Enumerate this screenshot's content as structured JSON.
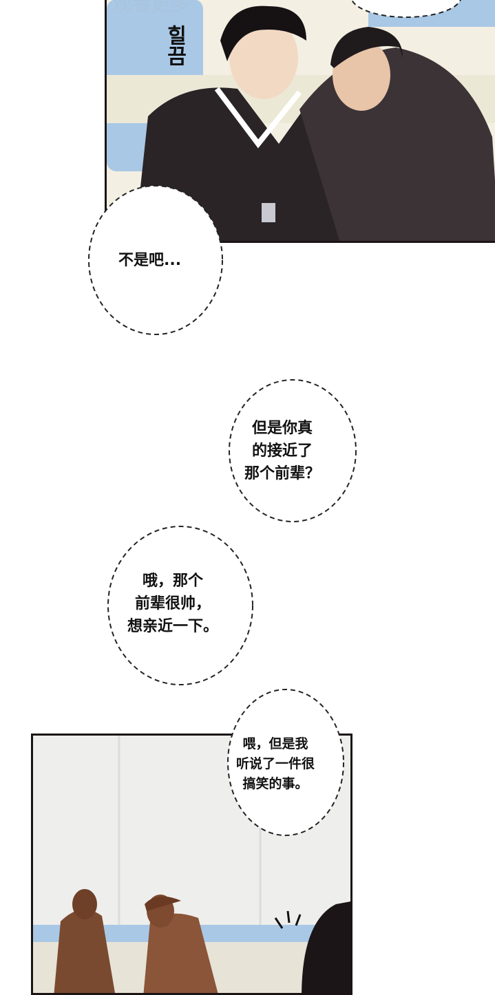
{
  "watermark": "观看更多",
  "panel1": {
    "sfx": "힐끔"
  },
  "bubbles": [
    {
      "lines": [
        "不是吧..."
      ]
    },
    {
      "lines": [
        "但是你真",
        "的接近了",
        "那个前辈？"
      ]
    },
    {
      "lines": [
        "哦，那个",
        "前辈很帅，",
        "想亲近一下。"
      ]
    },
    {
      "lines": [
        "喂，但是我",
        "听说了一件很",
        "搞笑的事。"
      ]
    }
  ],
  "colors": {
    "border": "#1a1414",
    "seat_blue": "#a9c8e6",
    "skin": "#e8c4a8",
    "dark_clothes": "#2a2426"
  }
}
